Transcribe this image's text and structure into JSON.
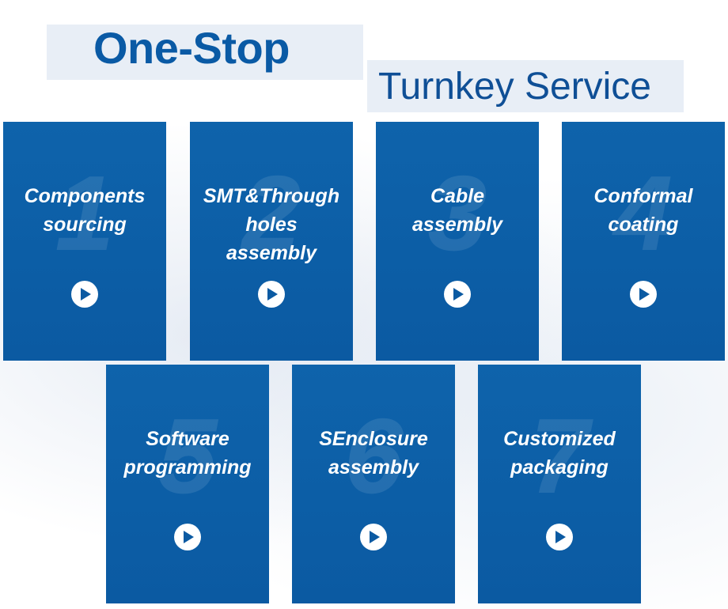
{
  "header": {
    "title": "One-Stop",
    "subtitle": "Turnkey Service"
  },
  "cards": [
    {
      "number": "1",
      "lines": [
        "Components",
        "sourcing"
      ]
    },
    {
      "number": "2",
      "lines": [
        "SMT&Through",
        "holes",
        "assembly"
      ]
    },
    {
      "number": "3",
      "lines": [
        "Cable",
        "assembly"
      ]
    },
    {
      "number": "4",
      "lines": [
        "Conformal",
        "coating"
      ]
    },
    {
      "number": "5",
      "lines": [
        "Software",
        "programming"
      ]
    },
    {
      "number": "6",
      "lines": [
        "SEnclosure",
        "assembly"
      ]
    },
    {
      "number": "7",
      "lines": [
        "Customized",
        "packaging"
      ]
    }
  ],
  "icons": {
    "play": "play-icon"
  },
  "colors": {
    "card": "#0b5aa2",
    "title": "#0a5aa5",
    "band": "#e8eef6"
  }
}
